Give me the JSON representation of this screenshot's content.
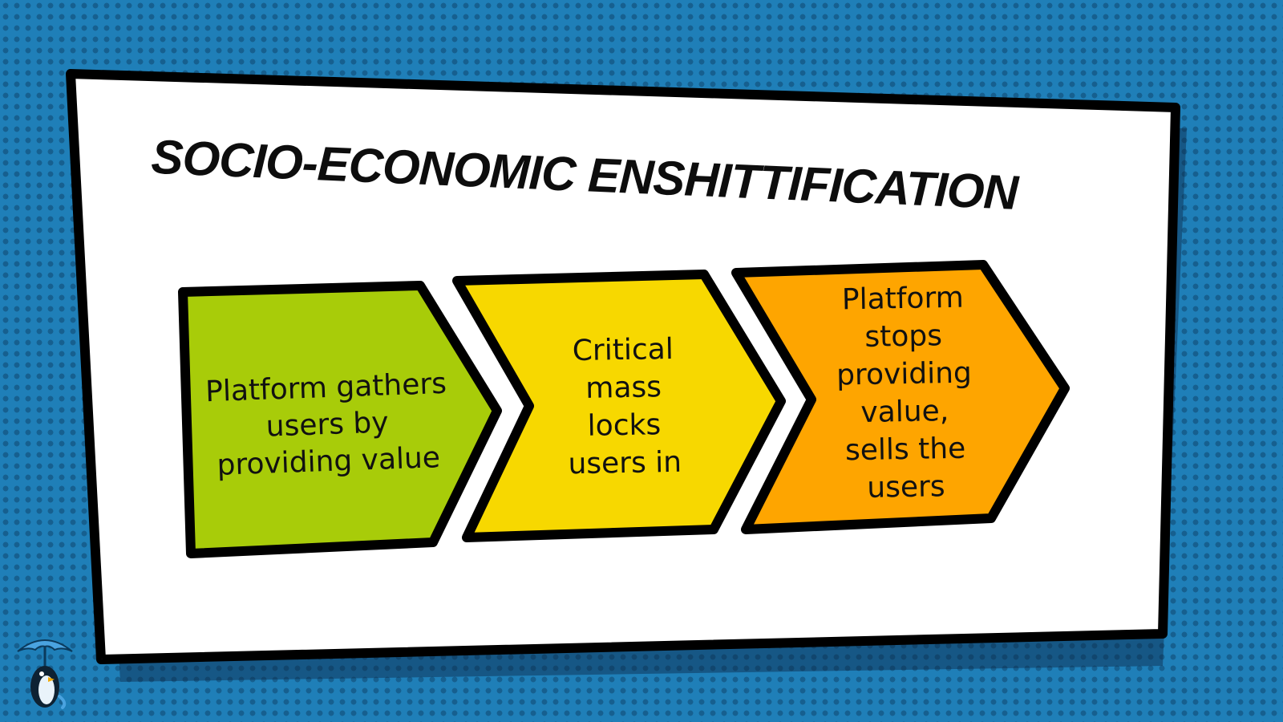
{
  "title": "SOCIO-ECONOMIC ENSHITTIFICATION",
  "steps": [
    {
      "label": "Platform gathers users by providing value",
      "lines": [
        "Platform gathers",
        "users by",
        "providing value"
      ],
      "color": "#a8cc09"
    },
    {
      "label": "Critical mass locks users in",
      "lines": [
        "Critical",
        "mass",
        "locks",
        "users in"
      ],
      "color": "#f7d800"
    },
    {
      "label": "Platform stops providing value, sells the users",
      "lines": [
        "Platform",
        "stops",
        "providing",
        "value,",
        "sells the",
        "users"
      ],
      "color": "#fea500"
    }
  ],
  "icons": {
    "logo": "penguin-umbrella-logo-icon"
  },
  "colors": {
    "background": "#1f7fb8",
    "slide": "#ffffff",
    "outline": "#000000"
  }
}
